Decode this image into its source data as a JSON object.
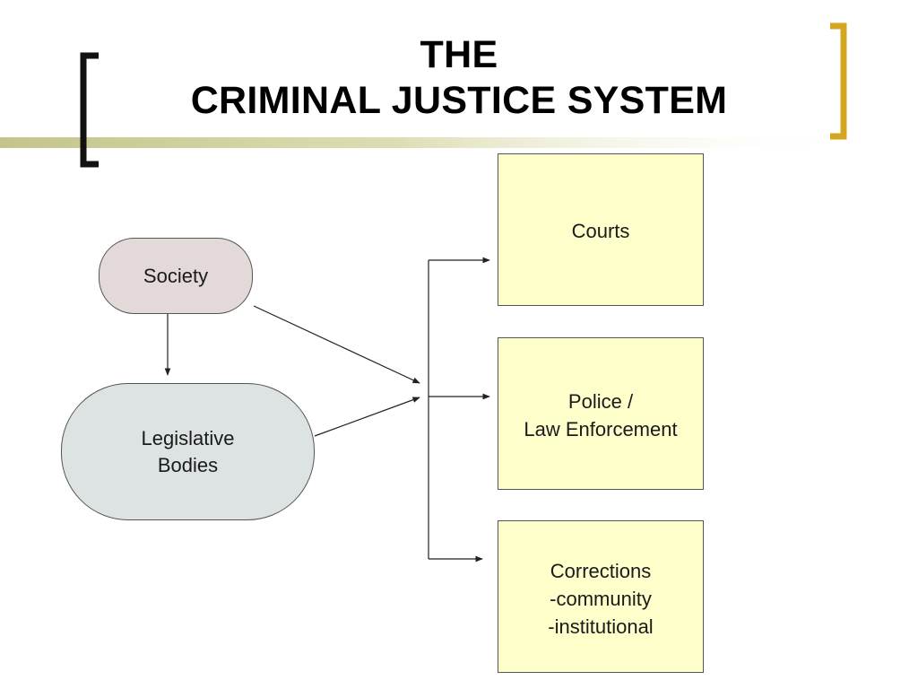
{
  "title": {
    "line1": "THE",
    "line2": "CRIMINAL JUSTICE SYSTEM"
  },
  "colors": {
    "left_bracket": "#111111",
    "right_bracket": "#d4a520",
    "accent_band": "#c8c890",
    "society_fill": "#e4d9d9",
    "legislative_fill": "#dde2e3",
    "box_fill": "#ffffcc",
    "arrow": "#222222"
  },
  "nodes": {
    "society": {
      "label": "Society"
    },
    "legislative": {
      "line1": "Legislative",
      "line2": "Bodies"
    }
  },
  "boxes": {
    "courts": {
      "line1": "Courts"
    },
    "police": {
      "line1": "Police /",
      "line2": "Law Enforcement"
    },
    "corrections": {
      "line1": "Corrections",
      "line2": "-community",
      "line3": "-institutional"
    }
  }
}
